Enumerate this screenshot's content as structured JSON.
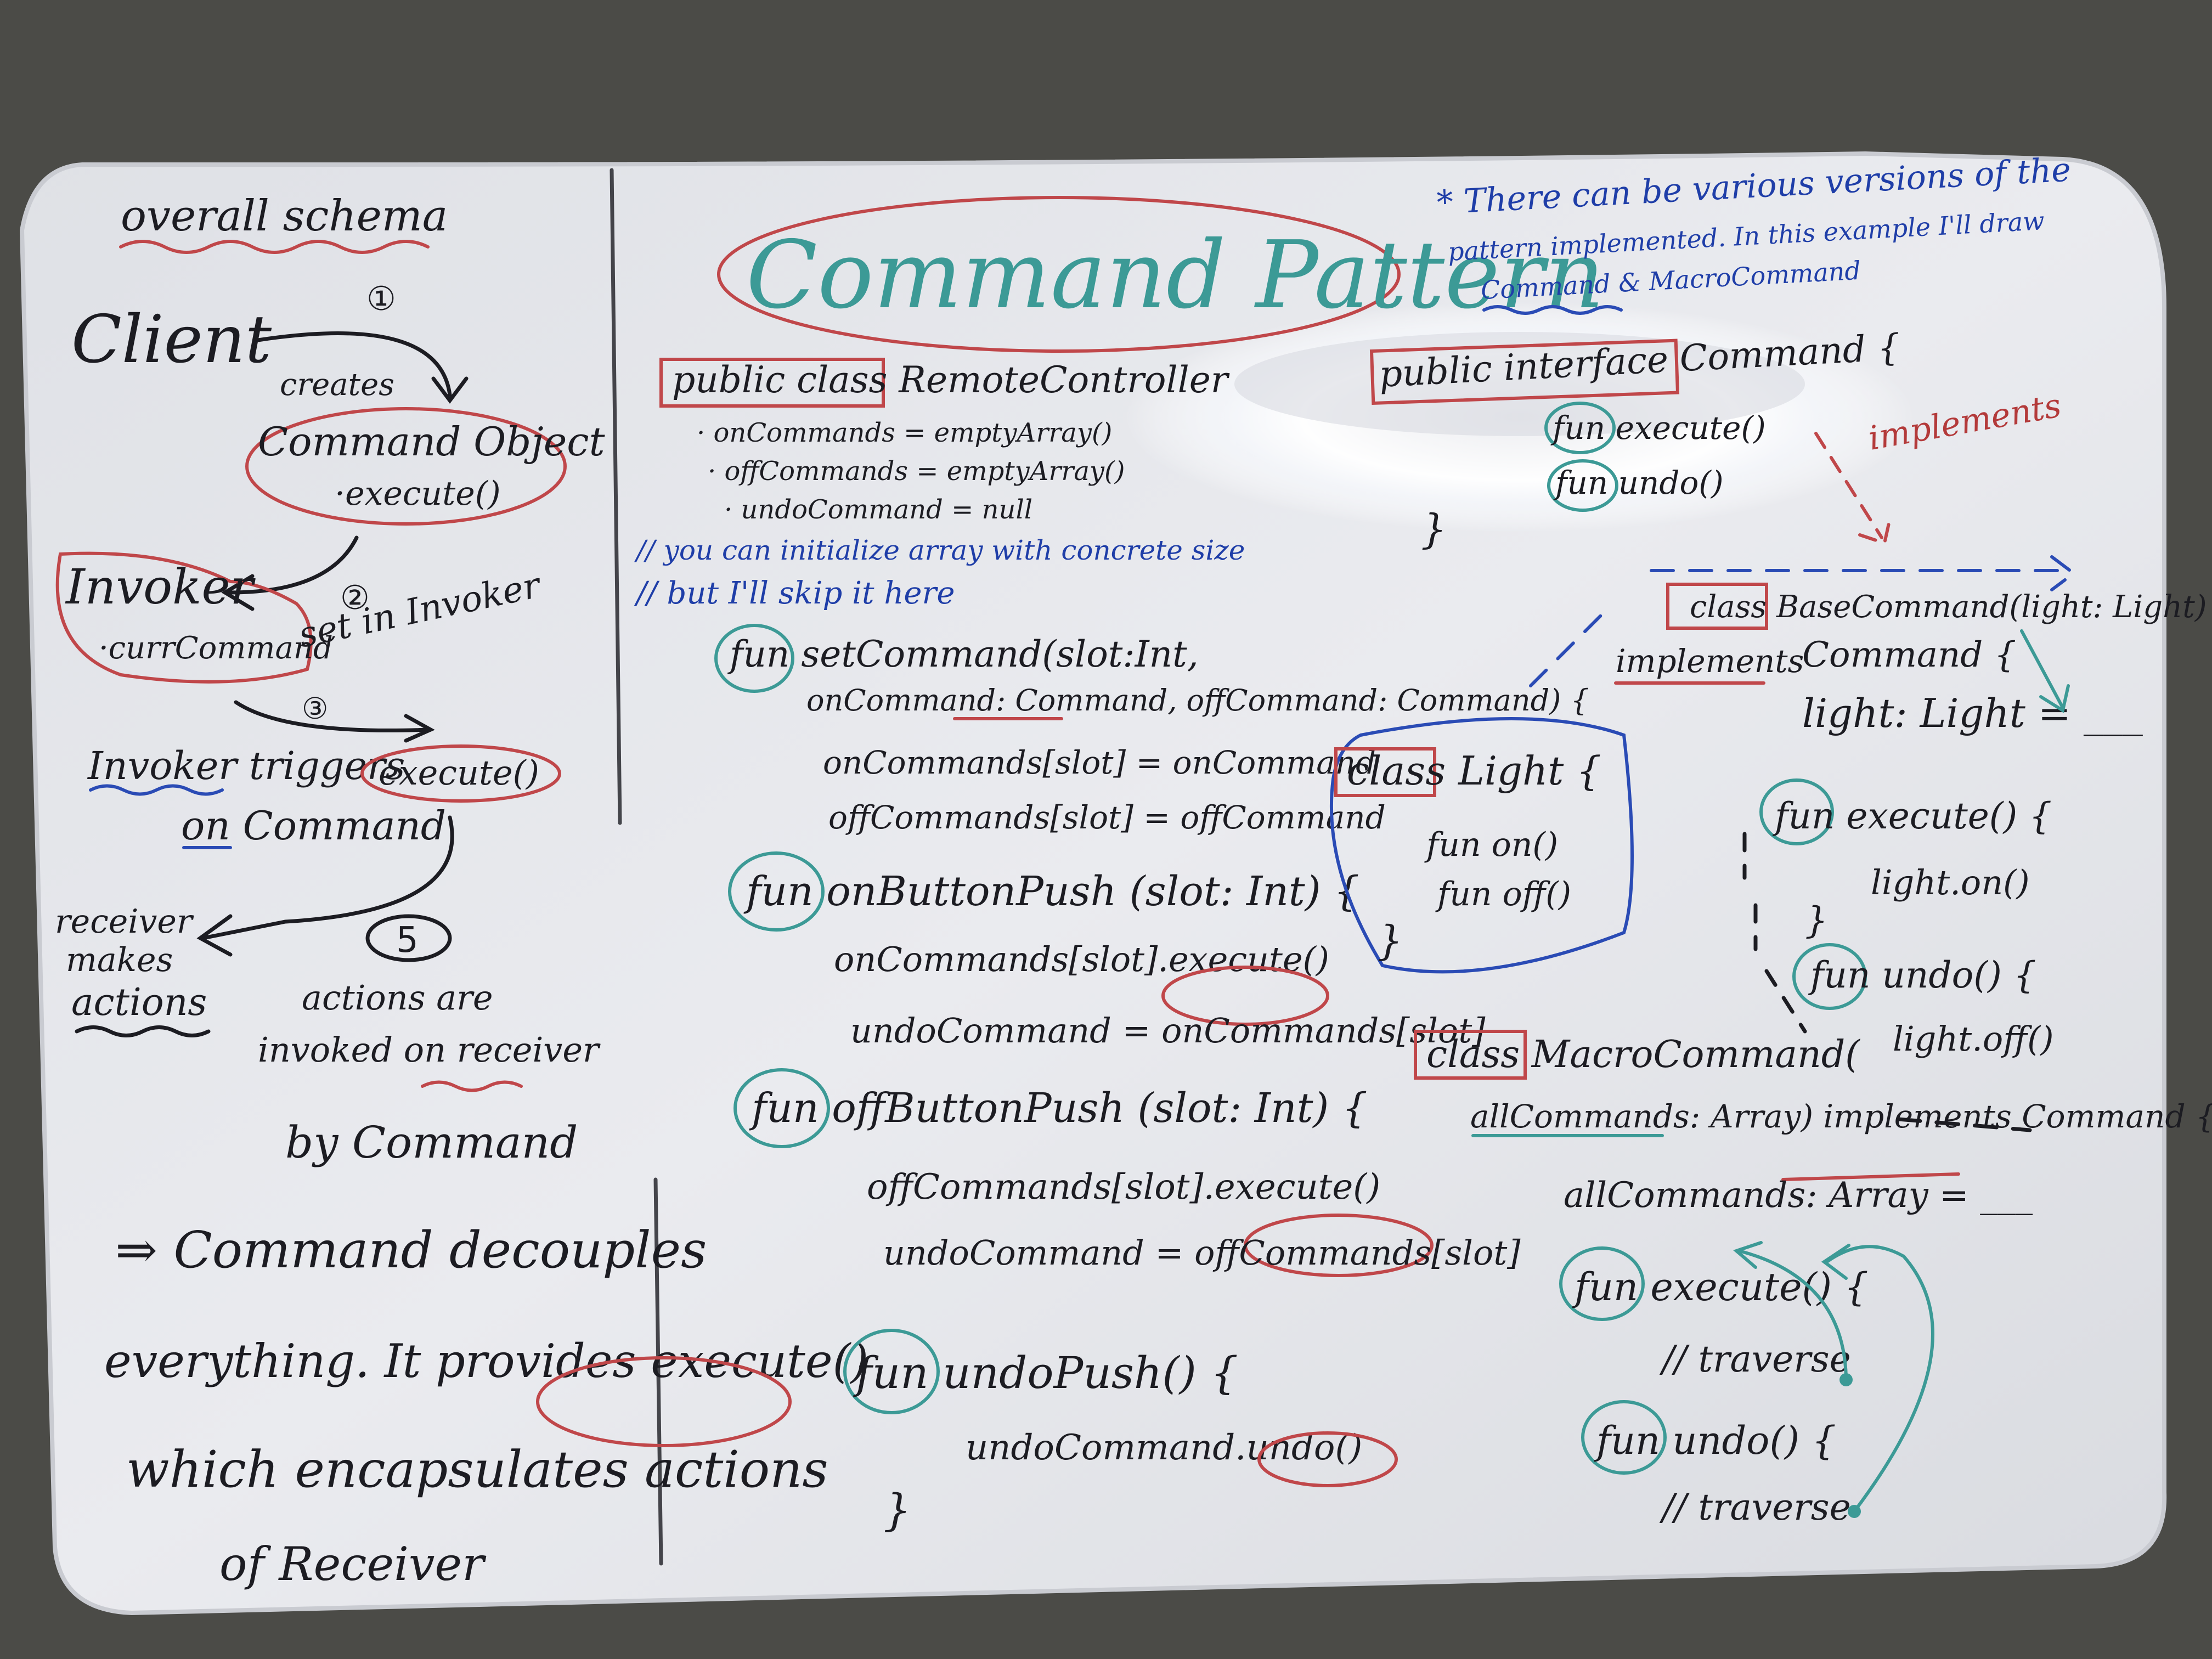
{
  "left": {
    "overall_schema": "overall schema",
    "client": "Client",
    "step1": "①",
    "creates": "creates",
    "command_object": "Command Object",
    "execute_obj": "·execute()",
    "invoker": "Invoker",
    "curr_command": "·currCommand",
    "step2": "②",
    "set_in_invoker": "set in Invoker",
    "step3": "③",
    "invoker_triggers": "Invoker triggers",
    "execute_call": "execute()",
    "on_command": "on Command",
    "receiver_makes_actions": [
      "receiver",
      "makes",
      "actions"
    ],
    "step5": "5",
    "actions_are": "actions are",
    "invoked_on_receiver": "invoked on receiver",
    "by_command": "by Command",
    "conclusion": [
      "⇒ Command decouples",
      "everything. It provides execute()",
      "which encapsulates actions",
      "of Receiver"
    ]
  },
  "middle": {
    "title": "Command Pattern",
    "class_decl": "public class RemoteController",
    "fields": [
      "· onCommands = emptyArray()",
      "· offCommands = emptyArray()",
      "· undoCommand = null"
    ],
    "comments": [
      "// you can initialize array with concrete size",
      "// but I'll skip it here"
    ],
    "set_command": [
      "fun setCommand(slot:Int,",
      "onCommand: Command, offCommand: Command) {",
      "onCommands[slot] = onCommand",
      "offCommands[slot] = offCommand"
    ],
    "on_push": [
      "fun onButtonPush (slot: Int) {",
      "onCommands[slot].execute()",
      "undoCommand = onCommands[slot]"
    ],
    "off_push": [
      "fun offButtonPush (slot: Int) {",
      "offCommands[slot].execute()",
      "undoCommand = offCommands[slot]"
    ],
    "undo_push": [
      "fun undoPush() {",
      "undoCommand.undo()",
      "}"
    ]
  },
  "right": {
    "note": [
      "* There can be various versions of the",
      "pattern implemented. In this example I'll draw",
      "Command & MacroCommand"
    ],
    "interface": [
      "public interface Command {",
      "fun execute()",
      "fun undo()",
      "}"
    ],
    "implements_red": "implements",
    "base_command": [
      "class BaseCommand(light: Light)",
      "Command {",
      "light: Light = ___",
      "fun execute() {",
      "light.on()",
      "}",
      "fun undo() {",
      "light.off()"
    ],
    "implements_black": "implements",
    "light_class": [
      "class Light {",
      "fun on()",
      "fun off()",
      "}"
    ],
    "macro_command": [
      "class MacroCommand(",
      "allCommands: Array) implements Command {",
      "allCommands: Array = ___",
      "fun execute() {",
      "// traverse",
      "fun undo() {",
      "// traverse"
    ]
  },
  "colors": {
    "background": "#4a4a46",
    "board": "#e7e8ec",
    "ink_black": "#1c1c22",
    "ink_blue": "#1f3ea8",
    "ink_red": "#b33a3a",
    "ink_teal": "#3c9a96"
  }
}
